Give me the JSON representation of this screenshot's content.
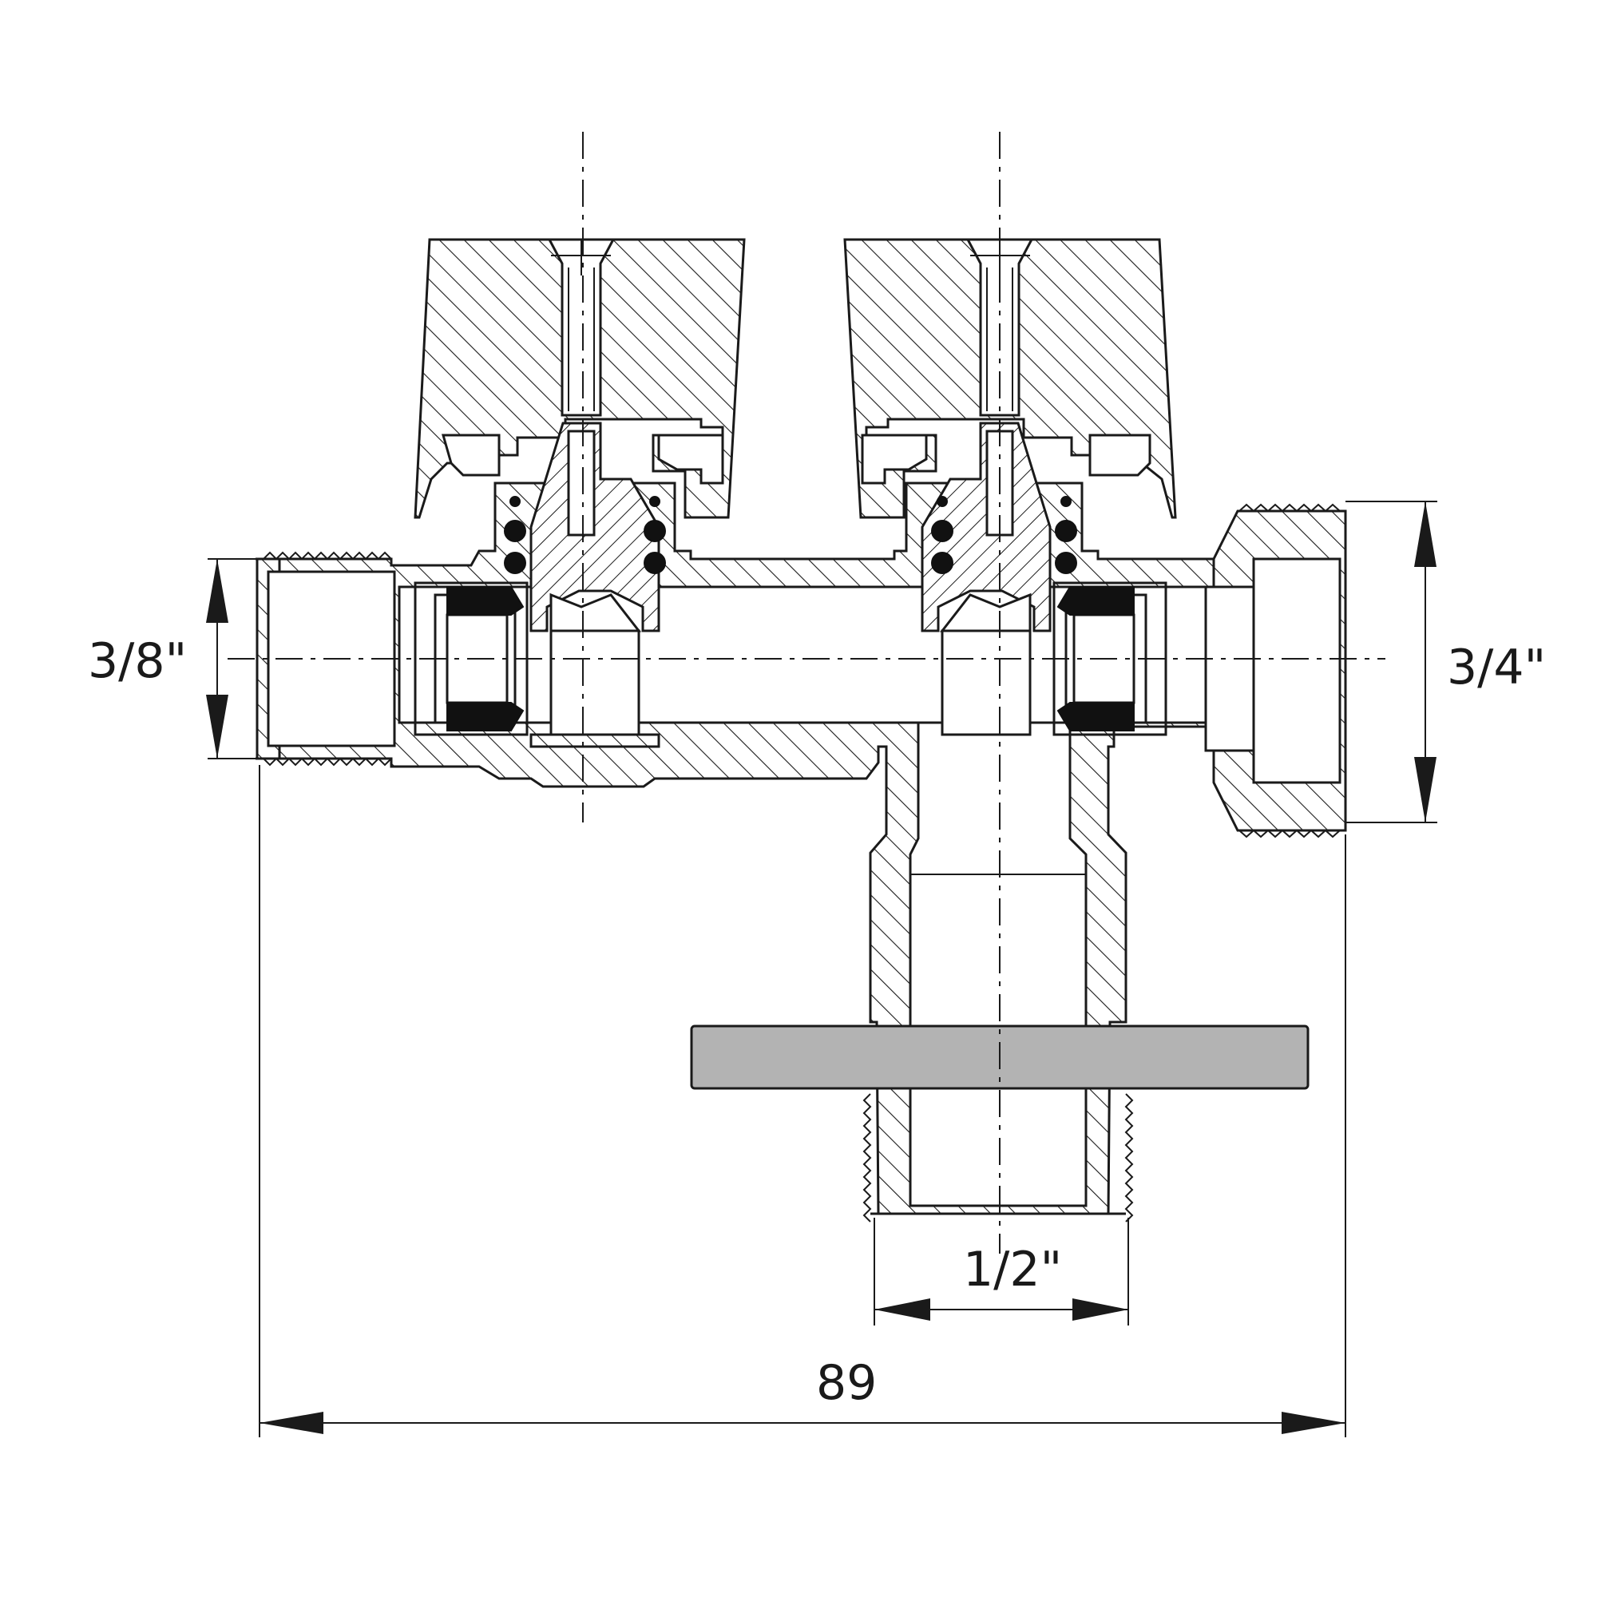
{
  "dimensions": {
    "inlet_left": "3/8\"",
    "outlet_right": "3/4\"",
    "outlet_bottom": "1/2\"",
    "overall_length": "89"
  },
  "colors": {
    "line": "#1a1a1a",
    "seal": "#111111",
    "flange": "#b3b3b3",
    "background": "#ffffff"
  }
}
